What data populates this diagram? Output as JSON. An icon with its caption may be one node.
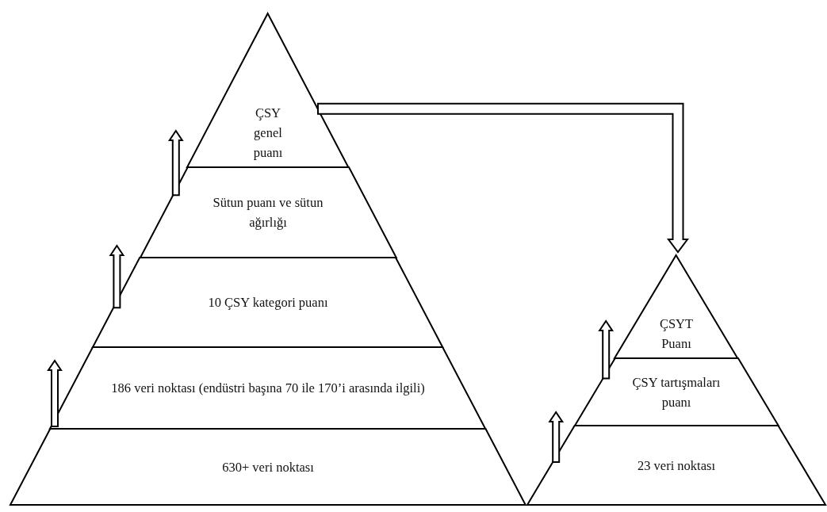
{
  "diagram": {
    "nodes": [
      {
        "text": [
          "ÇSY genel puanı"
        ]
      },
      {
        "text": [
          "Sütun puanı ve sütun ağırlığı"
        ]
      },
      {
        "text": [
          "10 ÇSY kategori puanı"
        ]
      },
      {
        "text": [
          "186 veri noktası (endüstri başına 70 ile 170’i arasında ilgili)"
        ]
      },
      {
        "text": [
          "630+ veri noktası"
        ]
      },
      {
        "text": [
          "ÇSYT Puanı"
        ]
      },
      {
        "text": [
          "ÇSY tartışmaları puanı"
        ]
      },
      {
        "text": [
          "23 veri noktası"
        ]
      }
    ],
    "edges": [
      {
        "from": 1,
        "to": 0,
        "arrow": "to"
      },
      {
        "from": 2,
        "to": 1,
        "arrow": "to"
      },
      {
        "from": 3,
        "to": 2,
        "arrow": "to"
      },
      {
        "from": 0,
        "to": 5,
        "arrow": "to"
      },
      {
        "from": 6,
        "to": 5,
        "arrow": "to"
      },
      {
        "from": 7,
        "to": 6,
        "arrow": "to"
      }
    ]
  }
}
